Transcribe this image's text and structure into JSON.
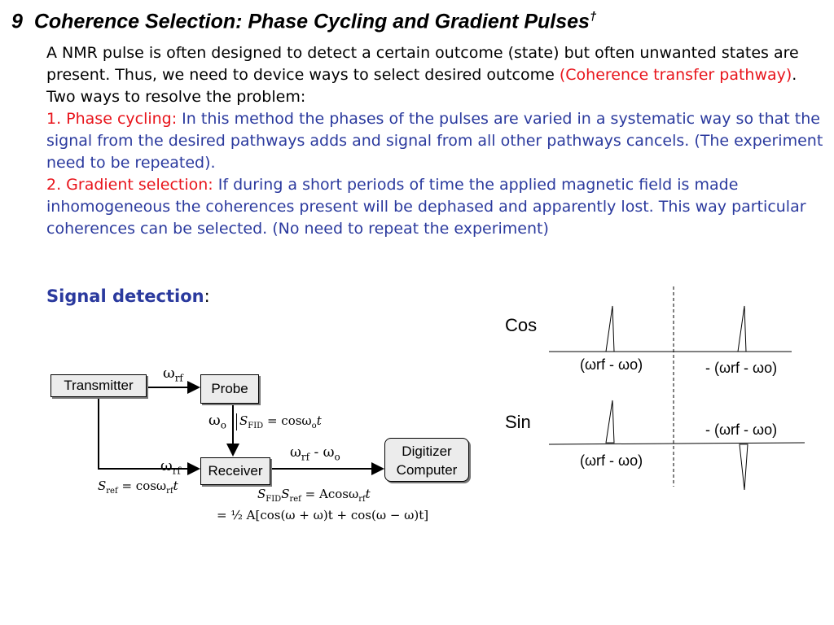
{
  "title": {
    "number": "9",
    "text": "Coherence Selection:  Phase Cycling and Gradient Pulses",
    "dagger": "†"
  },
  "intro": {
    "text_a": "A NMR pulse is often designed to detect a certain outcome (state) but often unwanted states are present. Thus, we need to device ways to select desired outcome ",
    "text_red": "(Coherence transfer pathway)",
    "text_b": ". Two ways to resolve the problem:"
  },
  "item1": {
    "label": "1. Phase cycling:",
    "text": " In this method the phases of the pulses are varied in a systematic way so that the signal from the desired pathways adds and signal from all other pathways cancels. (The experiment need to be repeated)."
  },
  "item2": {
    "label": "2. Gradient selection:",
    "text": " If during a short periods of time the applied magnetic field is made inhomogeneous the coherences present will be dephased and apparently lost. This way particular coherences can be selected. (No need to repeat the experiment)"
  },
  "signal_detection": {
    "heading": "Signal detection",
    "colon": ":"
  },
  "diagram": {
    "transmitter": "Transmitter",
    "probe": "Probe",
    "receiver": "Receiver",
    "digitizer_line1": "Digitizer",
    "digitizer_line2": "Computer",
    "omega": "ω",
    "sub_rf": "rf",
    "sub_o": "o",
    "minus": " - ",
    "s_fid_eq": "= cosω",
    "s_ref_eq": "= cosω",
    "product_eq": "= Acosω",
    "expanded_eq": "= ½ A[cos(ω + ω)t + cos(ω − ω)t]",
    "s": "S",
    "sub_fid": "FID",
    "sub_ref": "ref",
    "t": "t"
  },
  "spectra": {
    "cos_label": "Cos",
    "sin_label": "Sin",
    "pos_freq": "(ωrf - ωo)",
    "neg_freq": "- (ωrf - ωo)"
  }
}
